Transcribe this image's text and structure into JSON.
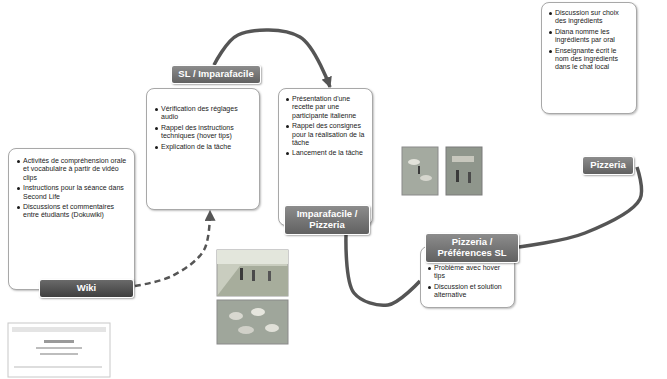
{
  "diagram": {
    "nodes": [
      {
        "text": [
          "Wiki",
          "Activités de compréhension orale et vocabulaire à partir de vidéo clips",
          "Instructions pour la séance dans Second Life",
          "Discussions et commentaires entre étudiants (Dokuwiki)"
        ]
      },
      {
        "text": [
          "SL / Imparafacile",
          "Vérification des réglages audio",
          "Rappel des instructions techniques (hover tips)",
          "Explication de la tâche"
        ]
      },
      {
        "text": [
          "Imparafacile / Pizzeria",
          "Présentation d'une recette par une participante italienne",
          "Rappel des consignes pour la réalisation de la tâche",
          "Lancement de la tâche"
        ]
      },
      {
        "text": [
          "Pizzeria / Préférences SL",
          "Problème avec hover tips",
          "Discussion et solution alternative"
        ]
      },
      {
        "text": [
          "Pizzeria",
          "Discussion sur choix des ingrédients",
          "Diana nomme les ingrédients par oral",
          "Enseignante écrit le nom des ingrédients dans le chat local"
        ]
      }
    ],
    "edges": [
      {
        "from": 0,
        "to": 1,
        "arrow": "to"
      },
      {
        "from": 1,
        "to": 2,
        "arrow": "to"
      },
      {
        "from": 2,
        "to": 3,
        "arrow": "none"
      },
      {
        "from": 3,
        "to": 4,
        "arrow": "none"
      }
    ]
  }
}
